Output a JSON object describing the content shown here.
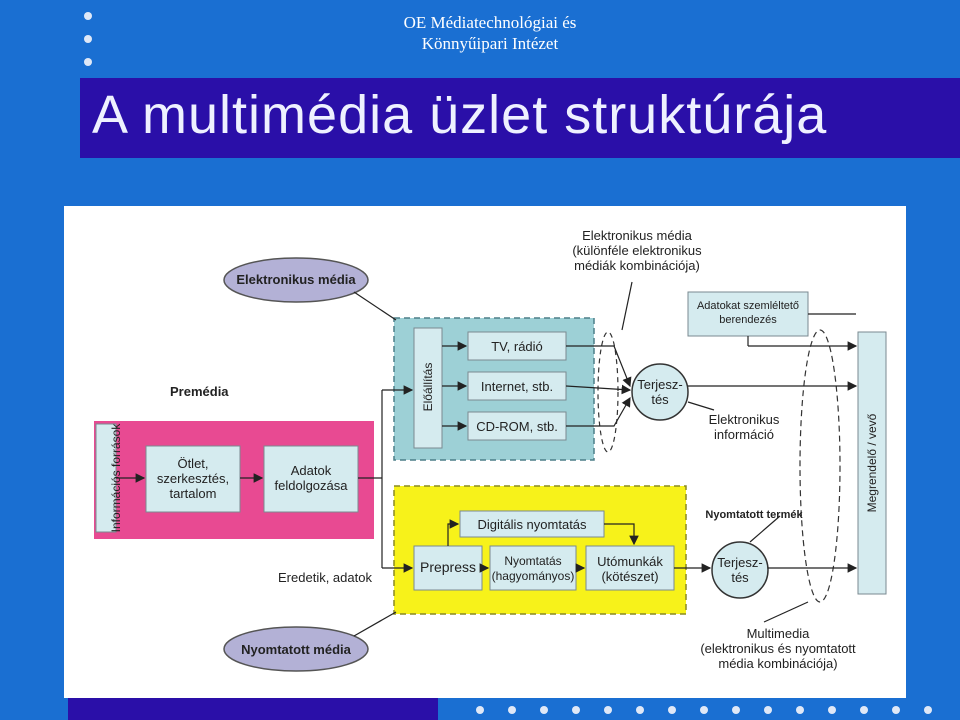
{
  "header": {
    "institution_line1": "OE Médiatechnológiai  és",
    "institution_line2": "Könnyűipari Intézet"
  },
  "title": "A multimédia üzlet struktúrája",
  "colors": {
    "background": "#1a6fd2",
    "title_bar": "#2a0fa8",
    "premedia": "#e84a92",
    "electronic_zone": "#9dd0d6",
    "print_zone": "#f7f21a",
    "ellipse": "#b3b1d6",
    "box_fill": "#d5ebef"
  },
  "diagram": {
    "electronic_media_ellipse": "Elektronikus média",
    "printed_media_ellipse": "Nyomtatott média",
    "premedia_label": "Premédia",
    "info_sources": "Információs források",
    "idea_box": [
      "Ötlet,",
      "szerkesztés,",
      "tartalom"
    ],
    "data_box": [
      "Adatok",
      "feldolgozása"
    ],
    "production": "Előállítás",
    "tv_radio": "TV, rádió",
    "internet": "Internet, stb.",
    "cdrom": "CD-ROM, stb.",
    "distribution": [
      "Terjesz-",
      "tés"
    ],
    "electronic_info": [
      "Elektronikus",
      "információ"
    ],
    "display_device": [
      "Adatokat szemléltető",
      "berendezés"
    ],
    "electronic_media_top_title": "Elektronikus média",
    "electronic_media_top_desc": [
      "(különféle elektronikus",
      "médiák kombinációja)"
    ],
    "orderer": "Megrendelő / vevő",
    "digital_printing": "Digitális nyomtatás",
    "prepress": "Prepress",
    "printing": [
      "Nyomtatás",
      "(hagyományos)"
    ],
    "finishing": [
      "Utómunkák",
      "(kötészet)"
    ],
    "printed_product": "Nyomtatott termék",
    "originals": "Eredetik, adatok",
    "multimedia_title": "Multimedia",
    "multimedia_desc": [
      "(elektronikus és nyomtatott",
      "média kombinációja)"
    ]
  }
}
